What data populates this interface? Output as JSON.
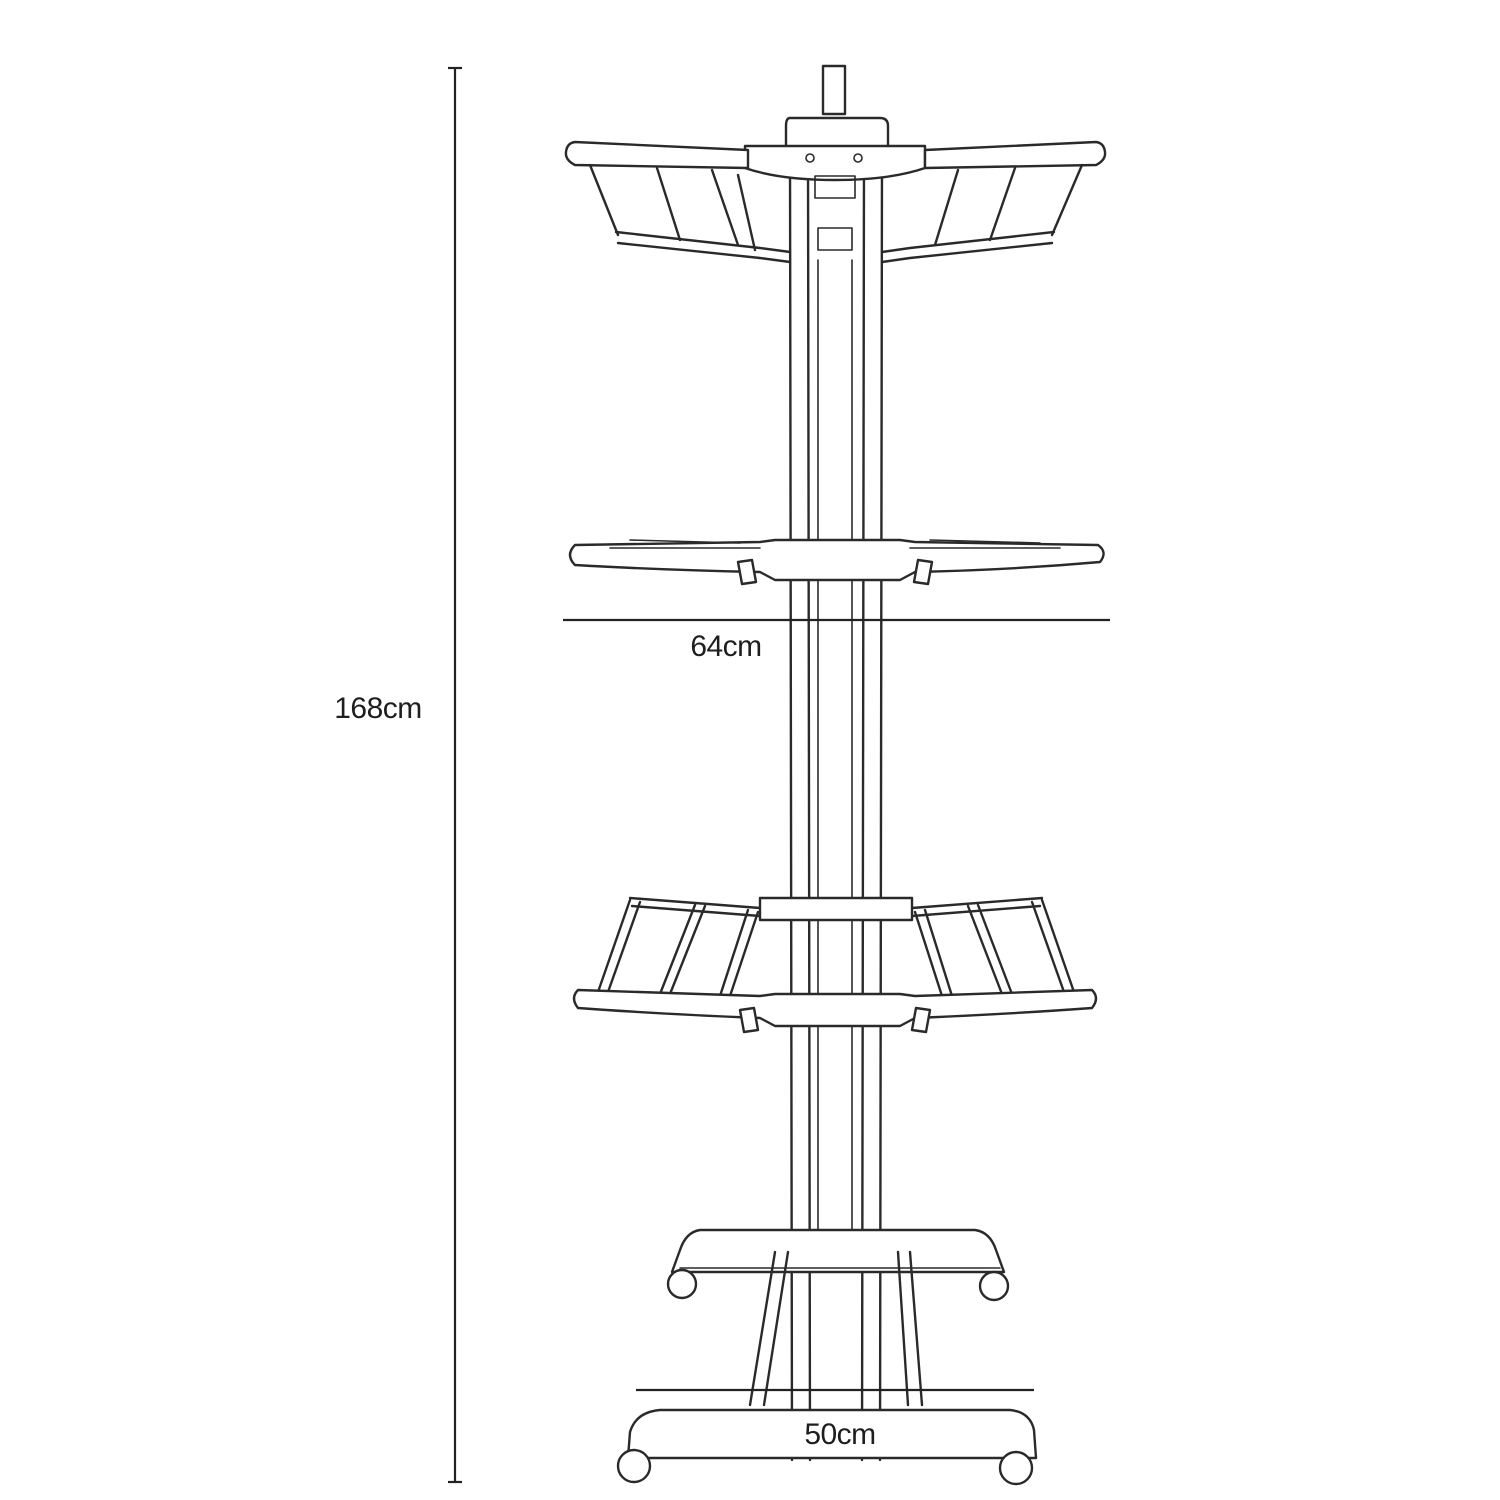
{
  "dimensions": {
    "height": "168cm",
    "width_wings": "64cm",
    "width_base": "50cm"
  },
  "colors": {
    "line": "#2a2a2a",
    "background": "#ffffff"
  }
}
